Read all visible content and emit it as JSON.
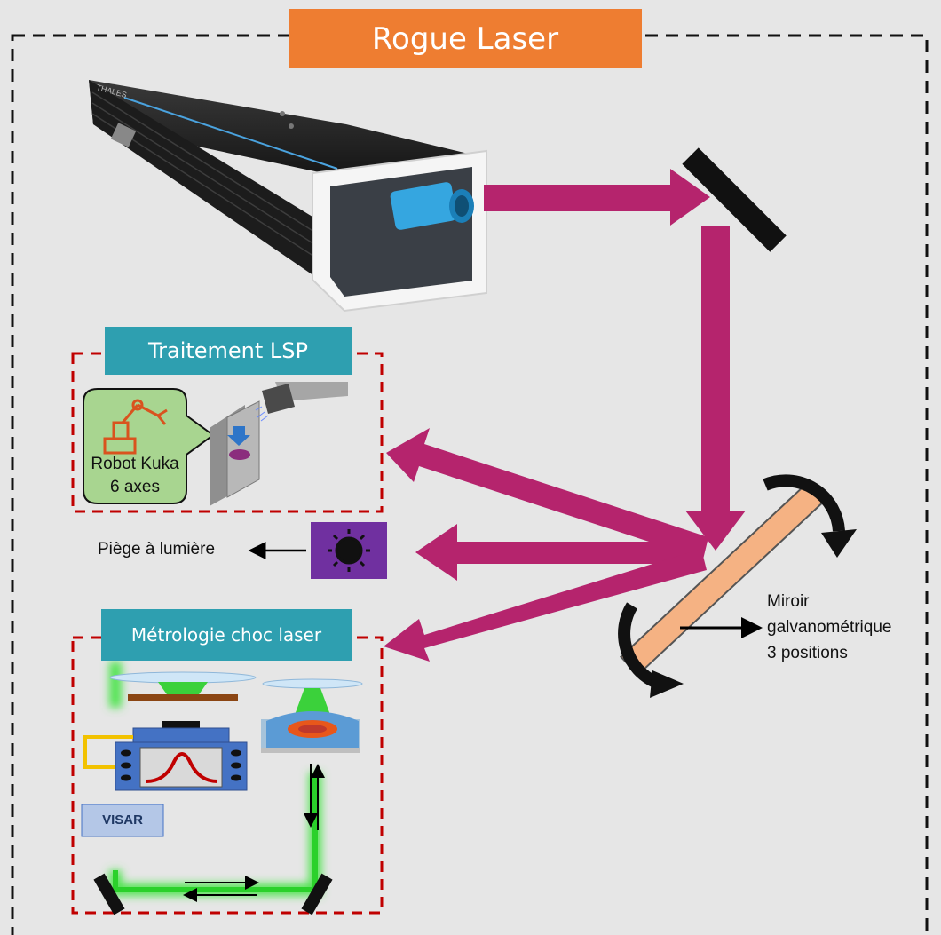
{
  "title": "Rogue Laser",
  "laser_brand_small": "THALES",
  "sections": {
    "lsp_title": "Traitement LSP",
    "robot_label_line1": "Robot Kuka",
    "robot_label_line2": "6 axes",
    "light_trap_label": "Piège à lumière",
    "metrology_title": "Métrologie choc laser",
    "visar_label": "VISAR"
  },
  "mirror_label": {
    "line1": "Miroir",
    "line2": "galvanométrique",
    "line3": "3 positions"
  },
  "colors": {
    "title_bg": "#ee7d31",
    "section_title_bg": "#2e9fb0",
    "beam": "#b5246d",
    "dashed_border": "#c00000",
    "mirror_fill": "#f5b283",
    "robot_panel": "#a8d590",
    "light_trap_bg": "#7030a0",
    "green_beam": "#33cc33",
    "visar_bg": "#b4c7e7"
  },
  "icons": [
    "robot-arm-icon",
    "sun-icon",
    "laser-device-icon",
    "rotation-arrow-icon"
  ]
}
